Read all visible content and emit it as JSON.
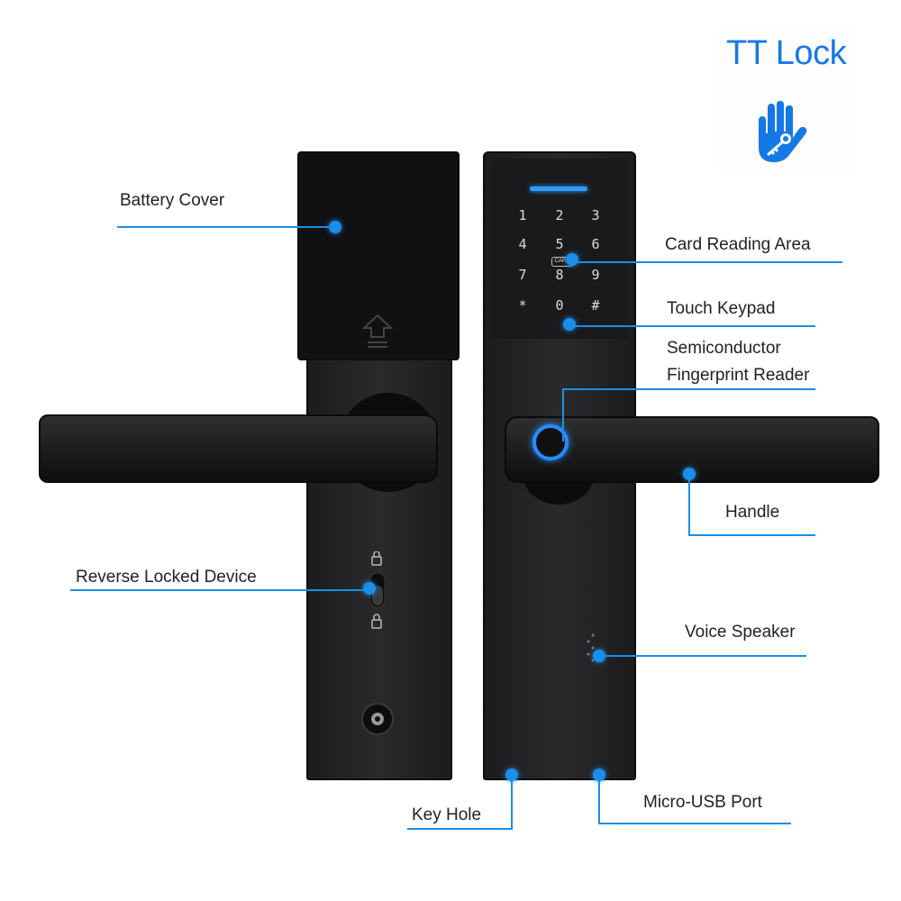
{
  "brand": {
    "title": "TT Lock",
    "icon": "hand-key-icon",
    "color": "#1479e6"
  },
  "keypad": {
    "keys": [
      "1",
      "2",
      "3",
      "4",
      "5",
      "6",
      "7",
      "8",
      "9",
      "*",
      "0",
      "#"
    ],
    "card_label": "CARD"
  },
  "callouts": {
    "battery_cover": "Battery Cover",
    "card_reading_area": "Card Reading Area",
    "touch_keypad": "Touch Keypad",
    "fingerprint_line1": "Semiconductor",
    "fingerprint_line2": "Fingerprint Reader",
    "handle": "Handle",
    "reverse_locked_device": "Reverse Locked Device",
    "voice_speaker": "Voice Speaker",
    "key_hole": "Key Hole",
    "micro_usb_port": "Micro-USB Port"
  },
  "colors": {
    "callout_line": "#1a8ee8",
    "lock_body": "#1f1f21",
    "accent_glow": "#1e90ff"
  }
}
